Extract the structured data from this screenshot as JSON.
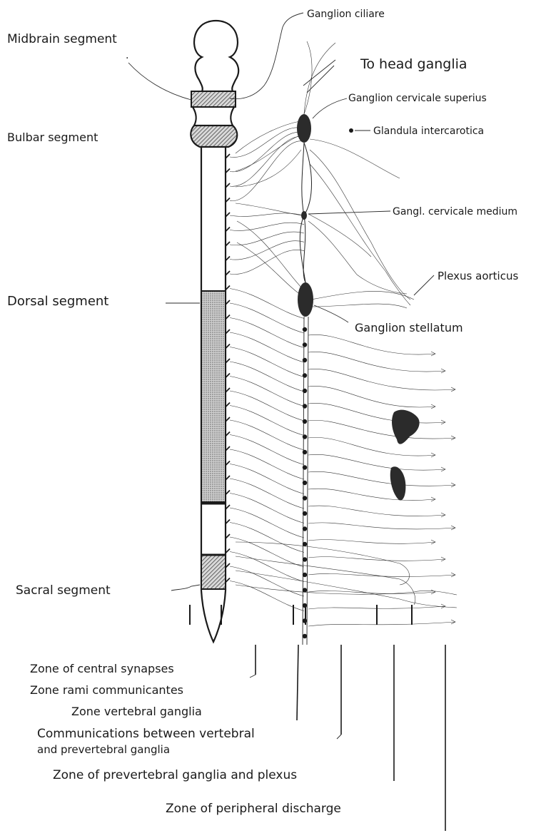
{
  "labels": {
    "ganglion_ciliare": "Ganglion ciliare",
    "midbrain": "Midbrain segment",
    "to_head": "To head ganglia",
    "cervicale_superius": "Ganglion cervicale superius",
    "glandula": "Glandula intercarotica",
    "bulbar": "Bulbar segment",
    "cervicale_medium": "Gangl. cervicale medium",
    "plexus_aorticus": "Plexus aorticus",
    "dorsal": "Dorsal segment",
    "stellatum": "Ganglion stellatum",
    "sacral": "Sacral segment"
  },
  "zones": {
    "z1": "Zone of central synapses",
    "z2": "Zone rami communicantes",
    "z3": "Zone vertebral ganglia",
    "z4a": "Communications between vertebral",
    "z4b": "and prevertebral ganglia",
    "z5": "Zone of prevertebral ganglia and plexus",
    "z6": "Zone of peripheral discharge"
  },
  "colors": {
    "ink": "#1a1a1a",
    "hatch": "#444444",
    "ganglion": "#2b2b2b"
  }
}
